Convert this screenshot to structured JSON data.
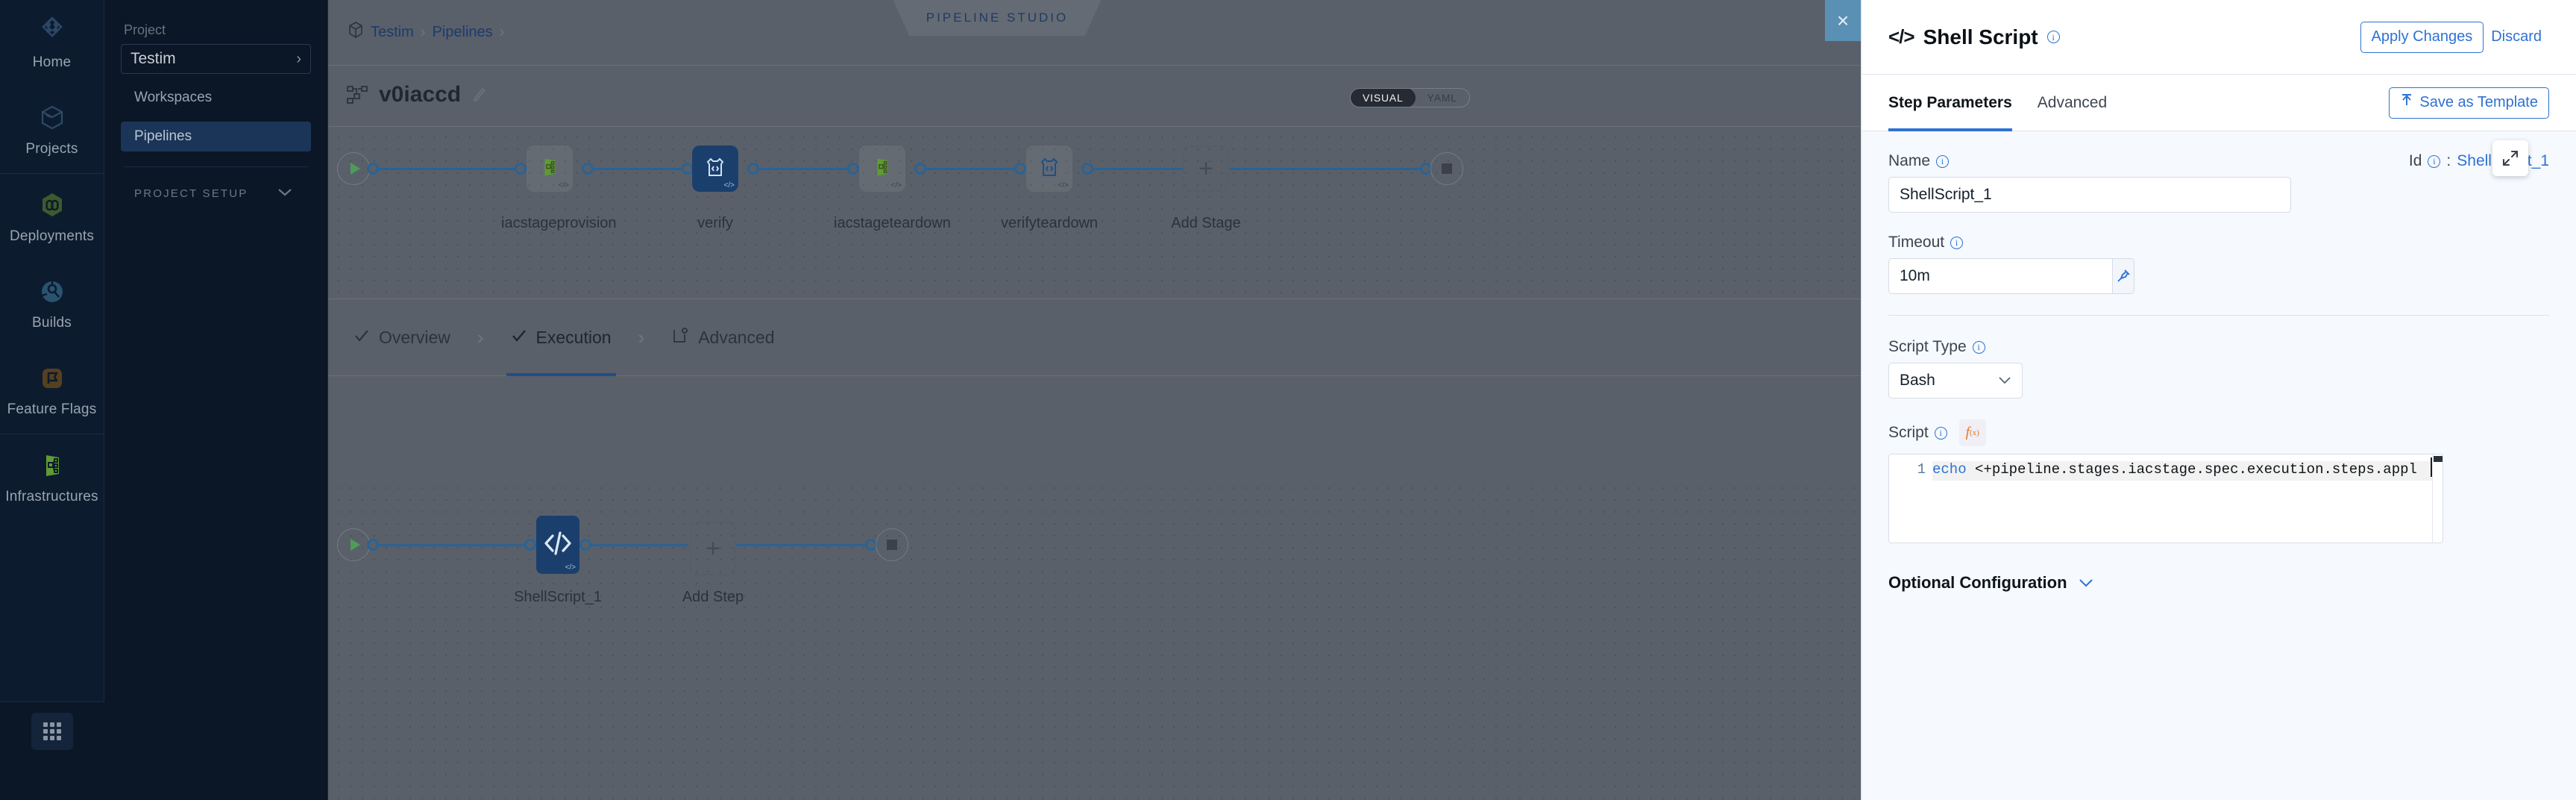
{
  "app": {
    "rail": {
      "items": [
        {
          "label": "Home",
          "icon": "home-diamond-icon"
        },
        {
          "label": "Projects",
          "icon": "box-icon"
        },
        {
          "label": "Deployments",
          "icon": "infinity-hex-icon"
        },
        {
          "label": "Builds",
          "icon": "builds-circle-icon"
        },
        {
          "label": "Feature Flags",
          "icon": "flag-icon"
        },
        {
          "label": "Infrastructures",
          "icon": "infrastructure-icon"
        }
      ],
      "grid_button": "app-grid-icon"
    },
    "project_nav": {
      "caption": "Project",
      "project_name": "Testim",
      "links": [
        {
          "label": "Workspaces",
          "active": false
        },
        {
          "label": "Pipelines",
          "active": true
        }
      ],
      "setup_label": "PROJECT SETUP"
    }
  },
  "studio": {
    "breadcrumb": {
      "project": "Testim",
      "section": "Pipelines"
    },
    "chip_label": "PIPELINE STUDIO",
    "close_label": "×",
    "pipeline_name": "v0iaccd",
    "view_toggle": {
      "visual": "VISUAL",
      "yaml": "YAML",
      "selected": "VISUAL"
    },
    "stages": [
      {
        "name": "iacstageprovision",
        "icon": "infrastructure-icon",
        "selected": false,
        "tag": "</>"
      },
      {
        "name": "verify",
        "icon": "code-shirt-icon",
        "selected": true,
        "tag": "</>"
      },
      {
        "name": "iacstageteardown",
        "icon": "infrastructure-icon",
        "selected": false,
        "tag": "</>"
      },
      {
        "name": "verifyteardown",
        "icon": "code-shirt-icon",
        "selected": false,
        "tag": "</>"
      }
    ],
    "add_stage_label": "Add Stage",
    "stage_tabs": [
      {
        "label": "Overview",
        "icon": "check-icon",
        "selected": false
      },
      {
        "label": "Execution",
        "icon": "check-icon",
        "selected": true
      },
      {
        "label": "Advanced",
        "icon": "advanced-gear-icon",
        "selected": false
      }
    ],
    "tab_separator": "›",
    "steps": [
      {
        "name": "ShellScript_1",
        "icon": "code-brackets-icon",
        "selected": true,
        "tag": "</>"
      }
    ],
    "add_step_label": "Add Step"
  },
  "panel": {
    "title": "Shell Script",
    "title_icon": "</>",
    "apply_label": "Apply Changes",
    "discard_label": "Discard",
    "tabs": [
      {
        "label": "Step Parameters",
        "active": true
      },
      {
        "label": "Advanced",
        "active": false
      }
    ],
    "save_template_label": "Save as Template",
    "save_template_icon": "upload-icon",
    "name_label": "Name",
    "name_value": "ShellScript_1",
    "id_label": "Id",
    "id_separator": ":",
    "id_value": "ShellScript_1",
    "timeout_label": "Timeout",
    "timeout_value": "10m",
    "timeout_pin_icon": "pin-icon",
    "script_type_label": "Script Type",
    "script_type_value": "Bash",
    "script_label": "Script",
    "fx_label": "f",
    "fx_sub": "(x)",
    "code_line_number": "1",
    "code_keyword": "echo",
    "code_rest": " <+pipeline.stages.iacstage.spec.execution.steps.appl",
    "expand_icon": "expand-arrows-icon",
    "optional_config_label": "Optional Configuration",
    "optional_config_chev": "⌄"
  },
  "colors": {
    "accent_blue": "#2d72d2",
    "canvas_bg": "#5a6069",
    "panel_bg": "#f6f9fd",
    "selected_node": "#1b3f6d",
    "rail_bg": "#0d1b2e",
    "fx_orange": "#e8751a"
  }
}
